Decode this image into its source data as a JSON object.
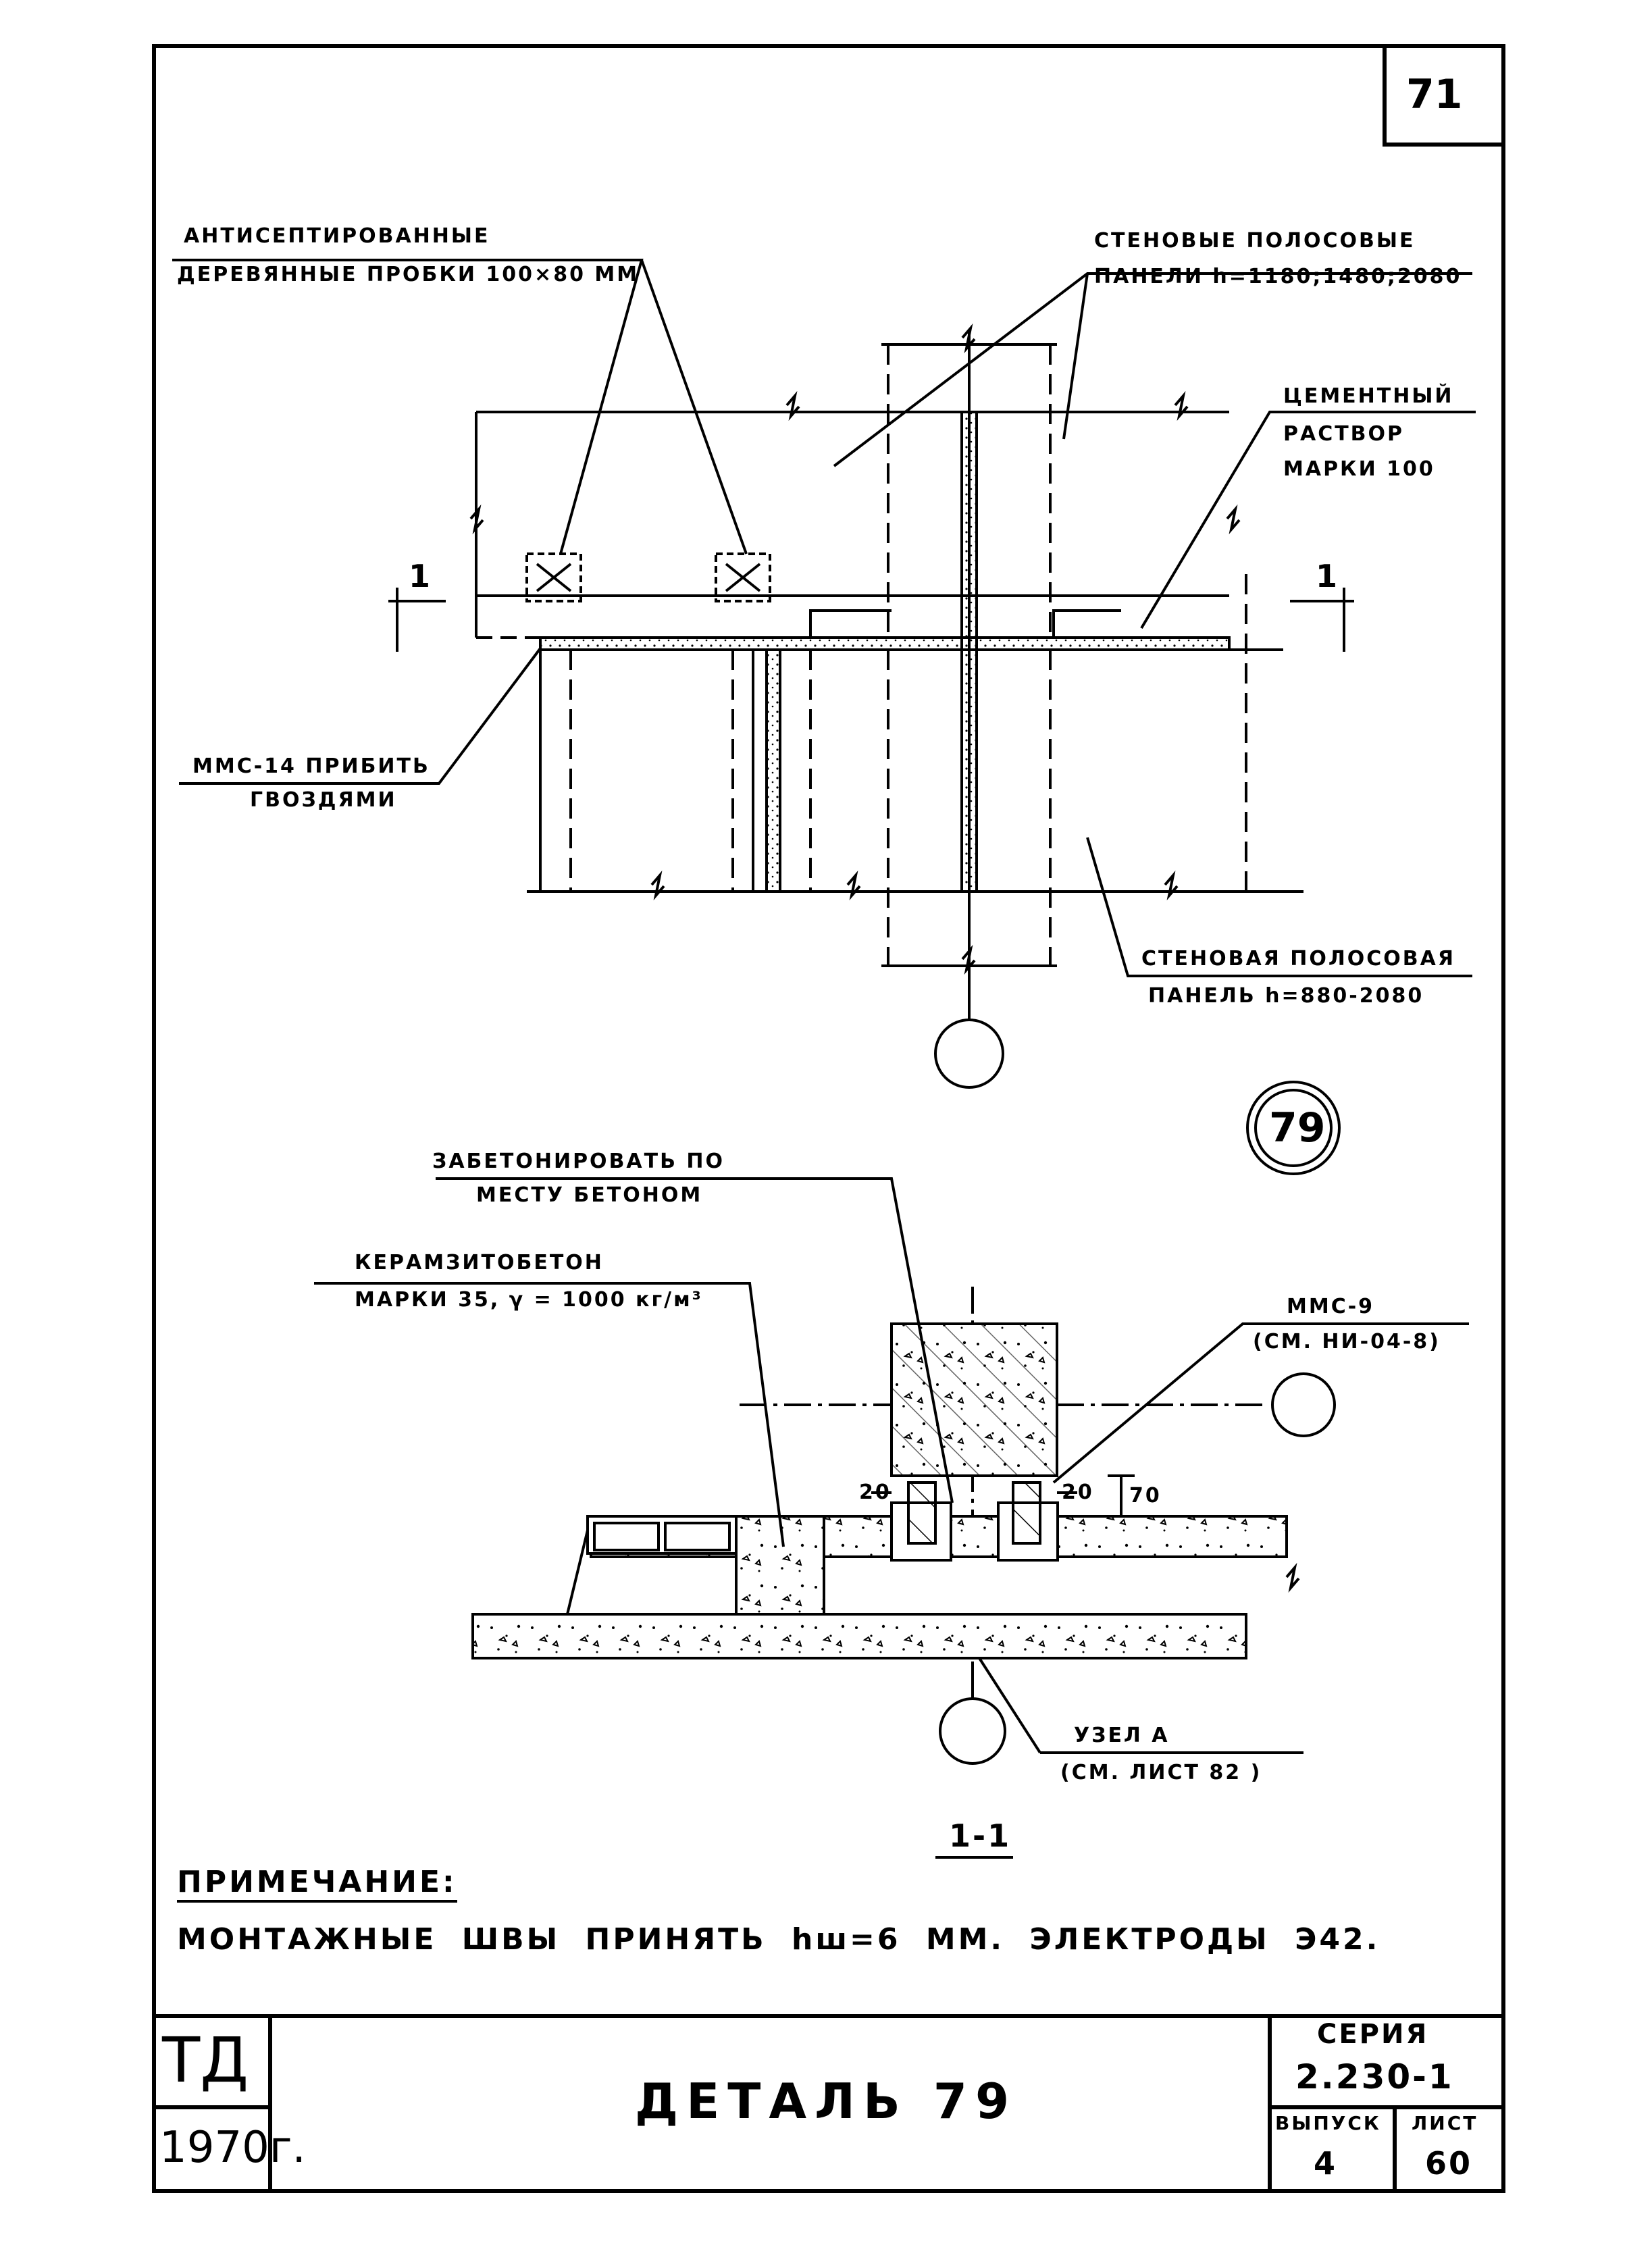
{
  "sheet_corner_number": "71",
  "detail_mark": "79",
  "plan_view": {
    "label_plugs": [
      "АНТИСЕПТИРОВАННЫЕ",
      "ДЕРЕВЯННЫЕ ПРОБКИ 100×80 ММ"
    ],
    "label_upper_panels": [
      "СТЕНОВЫЕ ПОЛОСОВЫЕ",
      "ПАНЕЛИ h=1180;1480;2080"
    ],
    "label_mortar": [
      "ЦЕМЕНТНЫЙ",
      "РАСТВОР",
      "МАРКИ 100"
    ],
    "label_mms14": [
      "ММС-14 ПРИБИТЬ",
      "ГВОЗДЯМИ"
    ],
    "label_lower_panel": [
      "СТЕНОВАЯ ПОЛОСОВАЯ",
      "ПАНЕЛЬ h=880-2080"
    ],
    "section_mark": "1"
  },
  "section_view": {
    "label_concrete": [
      "ЗАБЕТОНИРОВАТЬ ПО",
      "МЕСТУ БЕТОНОМ"
    ],
    "label_keramzit": [
      "КЕРАМЗИТОБЕТОН",
      "МАРКИ 35, γ = 1000 кг/м³"
    ],
    "label_mms9": [
      "ММС-9",
      "(СМ. НИ-04-8)"
    ],
    "label_node_a": [
      "УЗЕЛ А",
      "(СМ. ЛИСТ 82 )"
    ],
    "dims": [
      "20",
      "20",
      "70"
    ],
    "section_title": "1-1"
  },
  "note": {
    "heading": "ПРИМЕЧАНИЕ:",
    "text": "МОНТАЖНЫЕ ШВЫ ПРИНЯТЬ hш=6 ММ. ЭЛЕКТРОДЫ Э42."
  },
  "title_block": {
    "org": "ТД",
    "year": "1970г.",
    "title": "ДЕТАЛЬ 79",
    "series_label": "СЕРИЯ",
    "series_value": "2.230-1",
    "issue_label": "ВЫПУСК",
    "issue_value": "4",
    "sheet_label": "ЛИСТ",
    "sheet_value": "60"
  }
}
